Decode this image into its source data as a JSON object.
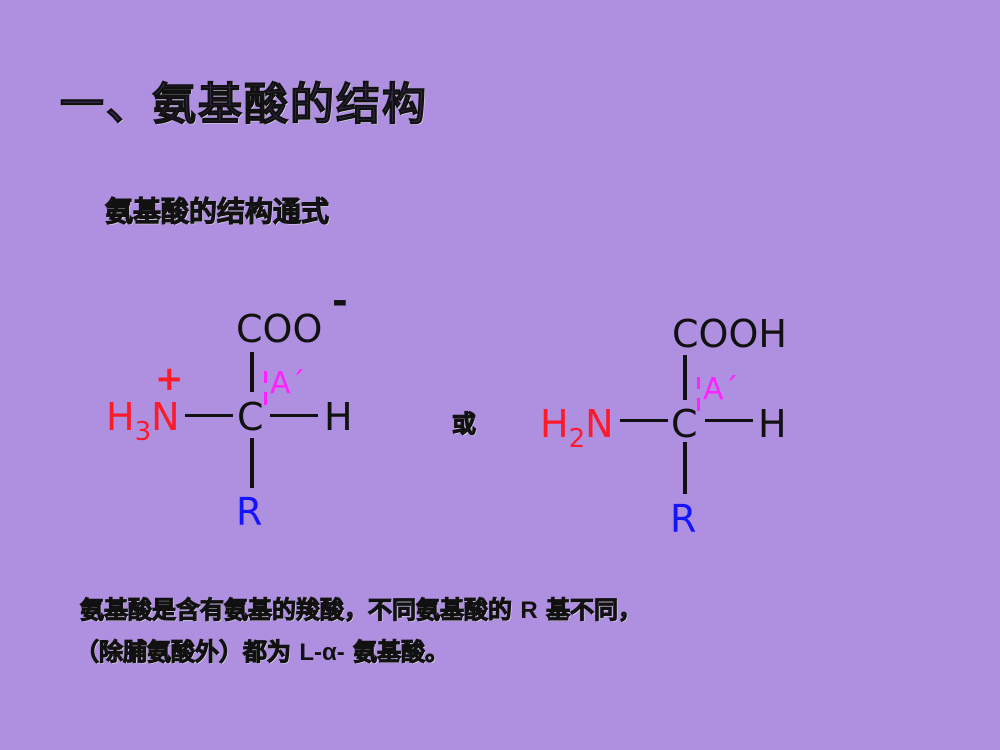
{
  "slide": {
    "background_color": "#ae8fe0",
    "title": "一、氨基酸的结构",
    "subtitle": "氨基酸的结构通式",
    "connector_word": "或",
    "notes": {
      "line1_a": "氨基酸是含有氨基的羧酸，不同氨基酸的",
      "line1_r": "R",
      "line1_b": "基不同，",
      "line2_a": "（除脯氨酸外）都为",
      "line2_la": "L-α-",
      "line2_b": "氨基酸。"
    }
  },
  "structures": [
    {
      "name": "zwitterion-form",
      "top_group": "COO",
      "top_charge": "-",
      "left_group_main": "H",
      "left_group_sub": "3",
      "left_group_tail": "N",
      "left_charge": "+",
      "center_atom": "C",
      "right_atom": "H",
      "bottom_group": "R",
      "alpha_marker": "A´"
    },
    {
      "name": "neutral-form",
      "top_group": "COOH",
      "left_group_main": "H",
      "left_group_sub": "2",
      "left_group_tail": "N",
      "center_atom": "C",
      "right_atom": "H",
      "bottom_group": "R",
      "alpha_marker": "A´"
    }
  ],
  "colors": {
    "amino_group": "#ff1a2a",
    "r_group": "#1414ff",
    "alpha_marker": "#ff22ff",
    "bonds": "#111111"
  }
}
